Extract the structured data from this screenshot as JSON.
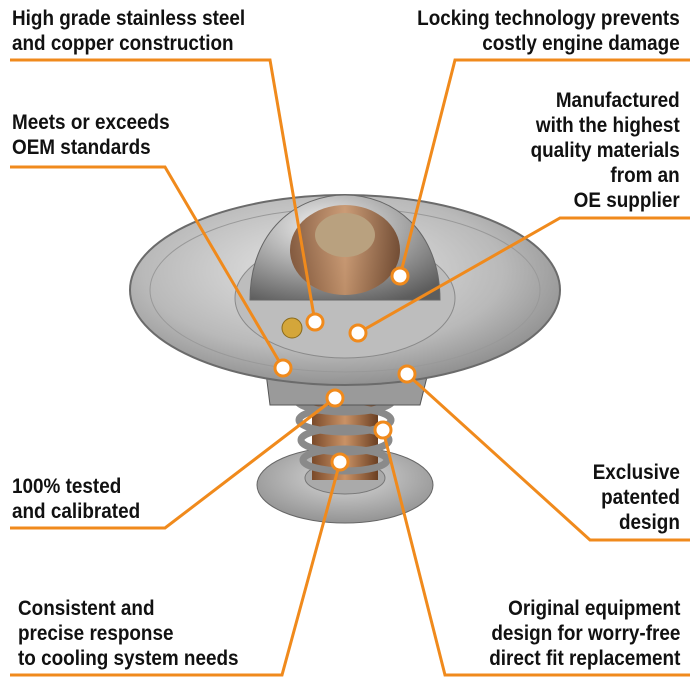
{
  "callouts": [
    {
      "id": "stainless",
      "lines": [
        "High grade stainless steel",
        "and copper construction"
      ]
    },
    {
      "id": "locking",
      "lines": [
        "Locking technology prevents",
        "costly engine damage"
      ]
    },
    {
      "id": "oem",
      "lines": [
        "Meets or exceeds",
        "OEM standards"
      ]
    },
    {
      "id": "materials",
      "lines": [
        "Manufactured",
        "with the highest",
        "quality materials",
        "from an",
        "OE supplier"
      ]
    },
    {
      "id": "tested",
      "lines": [
        "100% tested",
        "and calibrated"
      ]
    },
    {
      "id": "patented",
      "lines": [
        "Exclusive",
        "patented",
        "design"
      ]
    },
    {
      "id": "response",
      "lines": [
        "Consistent and",
        "precise response",
        "to cooling system needs"
      ]
    },
    {
      "id": "original",
      "lines": [
        "Original equipment",
        "design for worry-free",
        "direct fit replacement"
      ]
    }
  ],
  "colors": {
    "accent": "#f08a1c",
    "text": "#111111"
  }
}
